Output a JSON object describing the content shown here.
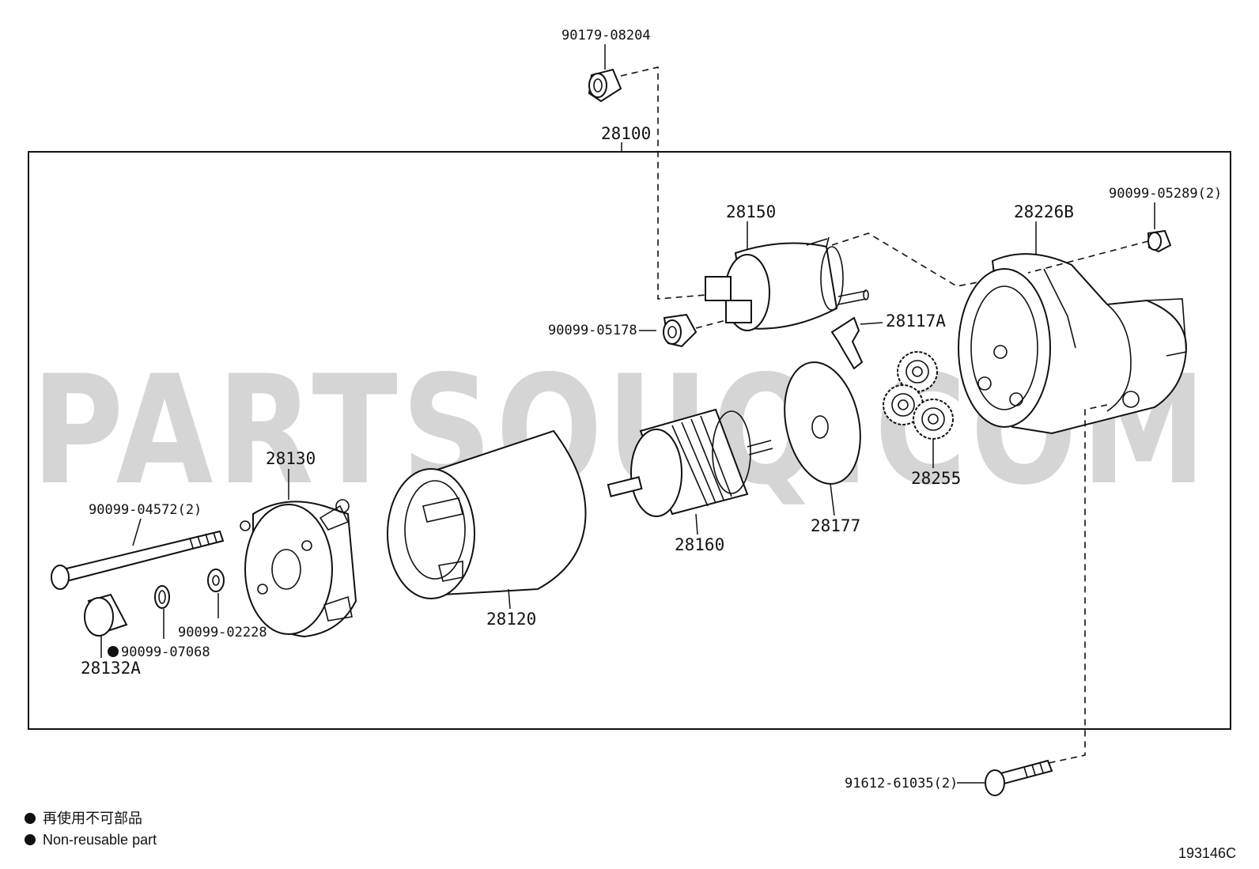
{
  "watermark": "PARTSOUQ.COM",
  "assembly_label": "28100",
  "diagram_code": "193146C",
  "parts": {
    "p90179_08204": "90179-08204",
    "p28150": "28150",
    "p28226B": "28226B",
    "p90099_05289": "90099-05289(2)",
    "p90099_05178": "90099-05178",
    "p28117A": "28117A",
    "p28130": "28130",
    "p28255": "28255",
    "p28177": "28177",
    "p28160": "28160",
    "p90099_04572": "90099-04572(2)",
    "p90099_02228": "90099-02228",
    "p90099_07068": "90099-07068",
    "p28132A": "28132A",
    "p28120": "28120",
    "p91612_61035": "91612-61035(2)"
  },
  "legend": {
    "japanese": "再使用不可部品",
    "english": "Non-reusable part"
  },
  "colors": {
    "line": "#111111",
    "watermark": "#c8c8c8"
  }
}
